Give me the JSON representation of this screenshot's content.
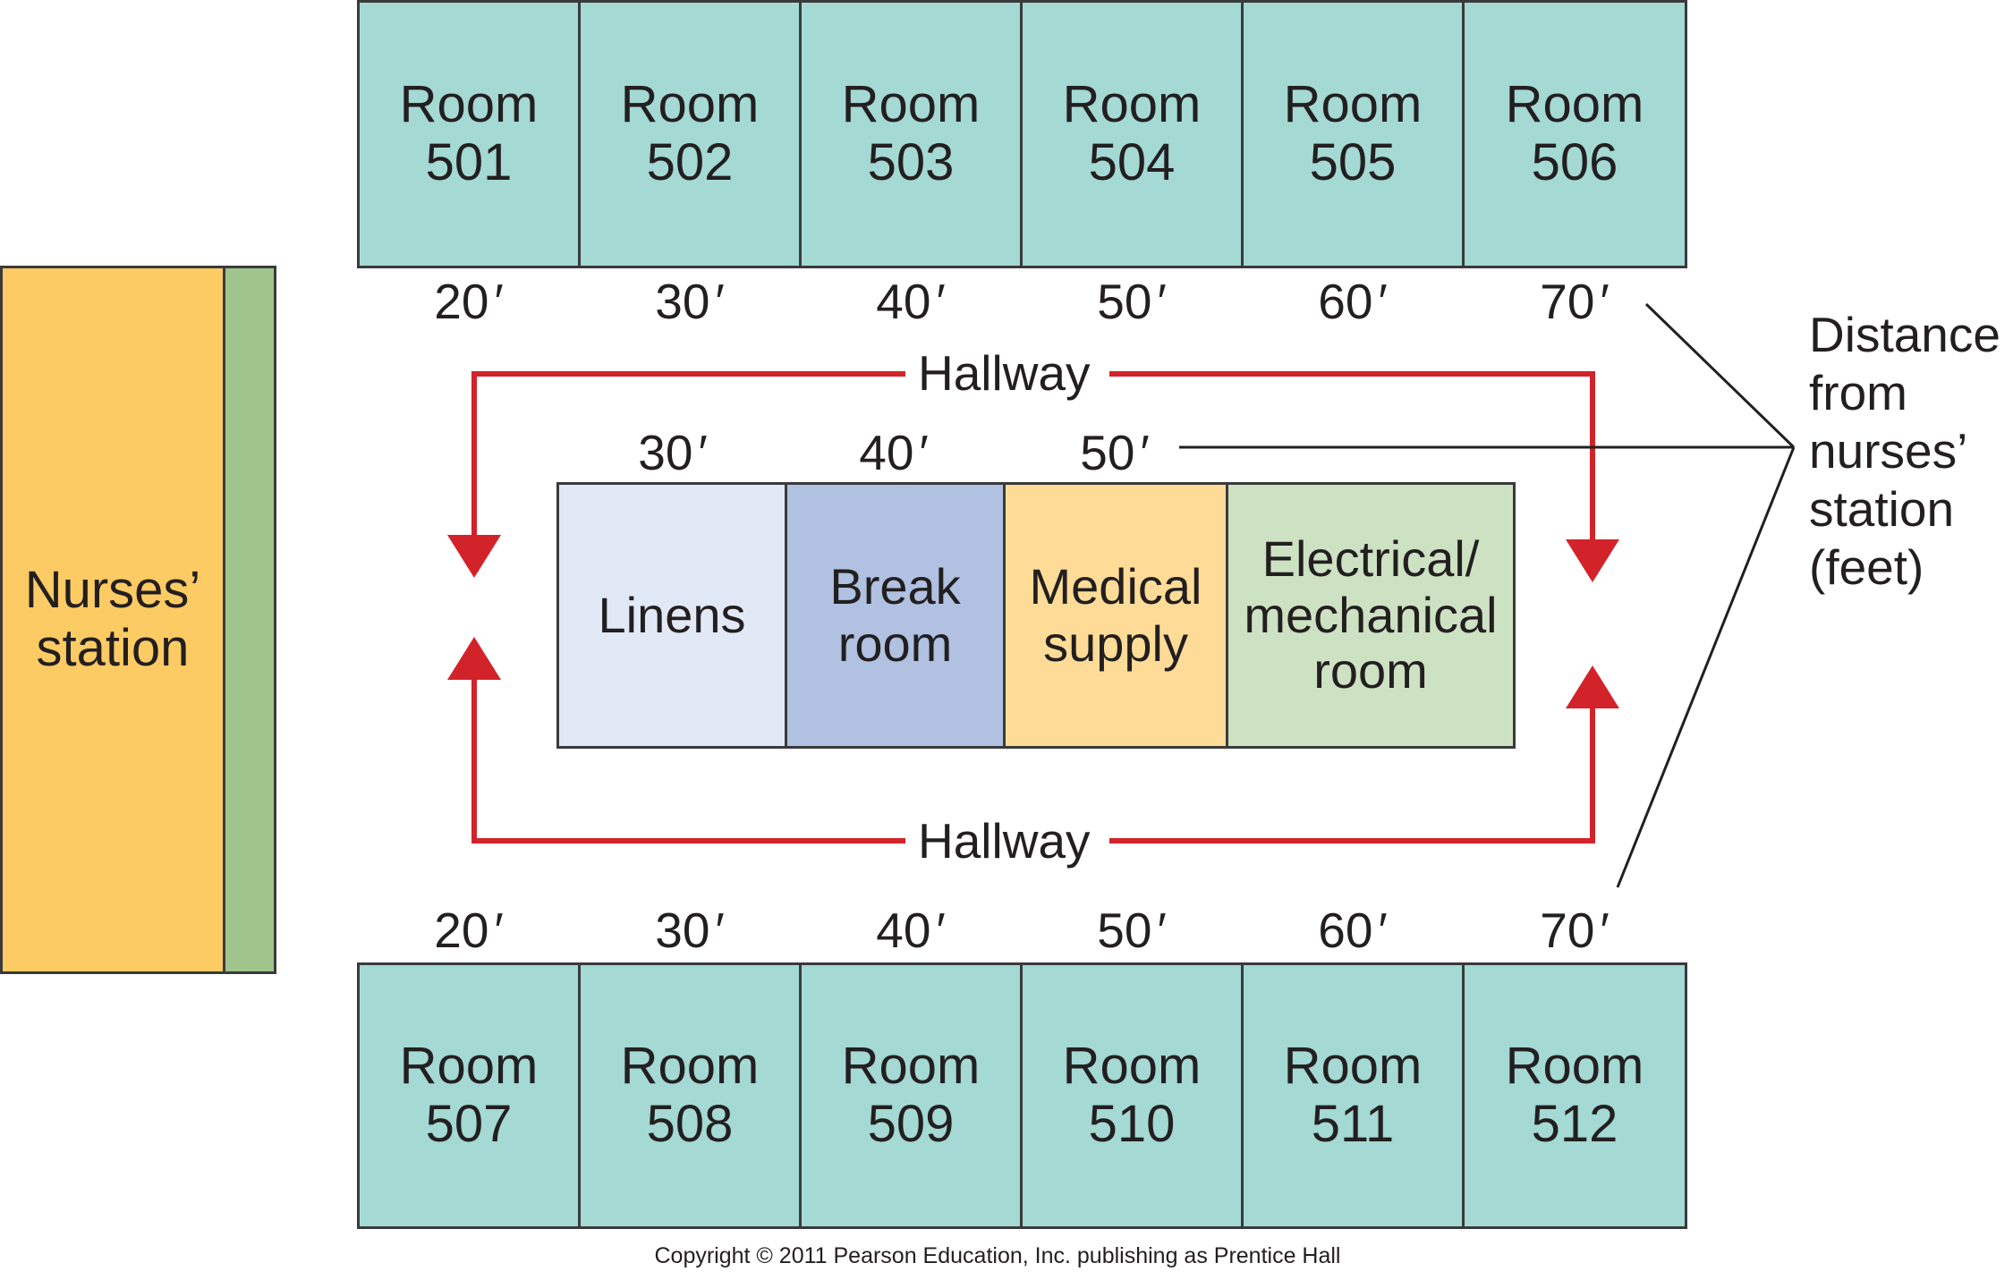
{
  "top_rooms": [
    {
      "line1": "Room",
      "line2": "501"
    },
    {
      "line1": "Room",
      "line2": "502"
    },
    {
      "line1": "Room",
      "line2": "503"
    },
    {
      "line1": "Room",
      "line2": "504"
    },
    {
      "line1": "Room",
      "line2": "505"
    },
    {
      "line1": "Room",
      "line2": "506"
    }
  ],
  "bottom_rooms": [
    {
      "line1": "Room",
      "line2": "507"
    },
    {
      "line1": "Room",
      "line2": "508"
    },
    {
      "line1": "Room",
      "line2": "509"
    },
    {
      "line1": "Room",
      "line2": "510"
    },
    {
      "line1": "Room",
      "line2": "511"
    },
    {
      "line1": "Room",
      "line2": "512"
    }
  ],
  "top_distances": [
    "20",
    "30",
    "40",
    "50",
    "60",
    "70"
  ],
  "bottom_distances": [
    "20",
    "30",
    "40",
    "50",
    "60",
    "70"
  ],
  "center_distances": [
    "30",
    "40",
    "50"
  ],
  "center_rooms": [
    {
      "lines": [
        "Linens"
      ],
      "color": "#e1e8f6"
    },
    {
      "lines": [
        "Break",
        "room"
      ],
      "color": "#b0c1e1"
    },
    {
      "lines": [
        "Medical",
        "supply"
      ],
      "color": "#fedc98"
    },
    {
      "lines": [
        "Electrical/",
        "mechanical",
        "room"
      ],
      "color": "#cde2c3"
    }
  ],
  "nurses_station": {
    "line1": "Nurses’",
    "line2": "station",
    "color": "#fdcb63",
    "counter_color": "#9fc58c"
  },
  "hallway_label": "Hallway",
  "legend": [
    "Distance",
    "from",
    "nurses’",
    "station",
    "(feet)"
  ],
  "copyright": "Copyright © 2011 Pearson Education, Inc. publishing as Prentice Hall",
  "colors": {
    "room": "#a4d9d4",
    "arrow": "#d2232a",
    "border": "#3a3a3a"
  }
}
